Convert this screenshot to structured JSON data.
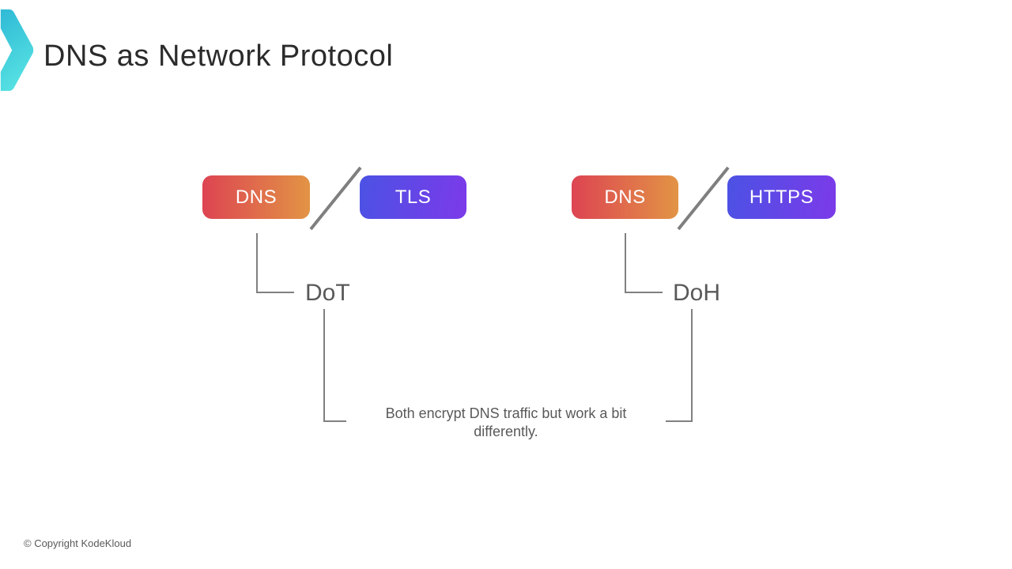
{
  "slide": {
    "title": "DNS as Network Protocol",
    "footer": "© Copyright KodeKloud"
  },
  "diagram": {
    "pairs": [
      {
        "left": "DNS",
        "right": "TLS",
        "result": "DoT"
      },
      {
        "left": "DNS",
        "right": "HTTPS",
        "result": "DoH"
      }
    ],
    "note": "Both encrypt DNS traffic but work a bit differently."
  },
  "colors": {
    "dns_badge_gradient_start": "#dd4452",
    "dns_badge_gradient_end": "#e29445",
    "protocol_badge_gradient_start": "#4b52e4",
    "protocol_badge_gradient_end": "#7c3ae9",
    "slash_line": "#7f7f7f",
    "connector_line": "#808080",
    "gray_text": "#595959",
    "title_text": "#2b2b2b",
    "logo_gradient_start": "#2fb9d6",
    "logo_gradient_end": "#55e1e2"
  }
}
